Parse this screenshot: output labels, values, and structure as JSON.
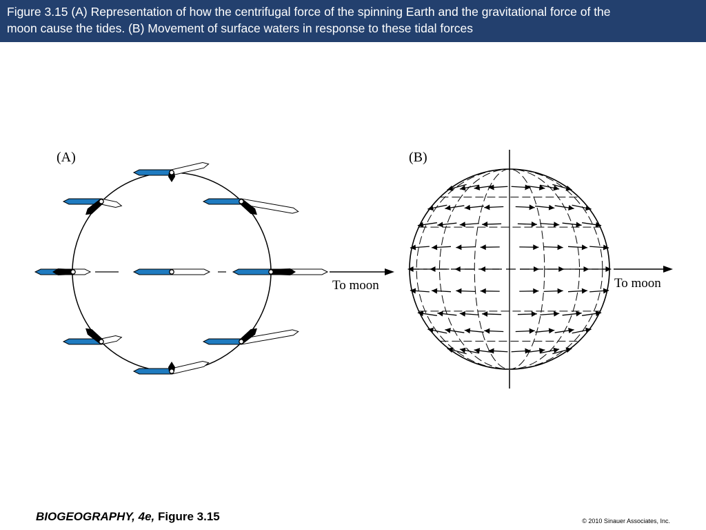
{
  "header": {
    "line1": "Figure 3.15  (A) Representation of how the centrifugal force of the spinning Earth and the gravitational force of the",
    "line2": "moon cause the tides. (B) Movement of surface waters in response to these tidal forces"
  },
  "panel_a": {
    "label": "(A)",
    "direction_label": "To moon"
  },
  "panel_b": {
    "label": "(B)",
    "direction_label": "To moon"
  },
  "footer": {
    "book_title": "BIOGEOGRAPHY, 4e,",
    "figure_ref": " Figure 3.15",
    "copyright": "© 2010 Sinauer Associates, Inc."
  },
  "colors": {
    "header_bg": "#23406e",
    "centrifugal_arrow": "#1f7bc0",
    "gravity_arrow": "#ffffff",
    "resultant_arrow": "#000000"
  }
}
